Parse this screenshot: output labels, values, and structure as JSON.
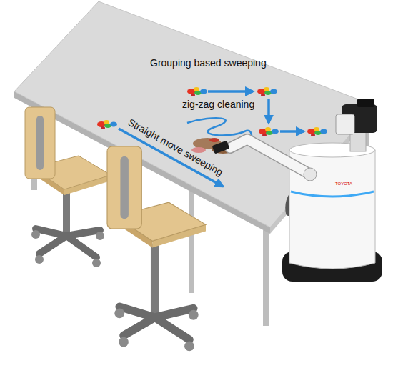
{
  "diagram": {
    "labels": [
      "Grouping based sweeping",
      "zig-zag cleaning",
      "Straight move sweeping",
      "TOYOTA"
    ]
  }
}
